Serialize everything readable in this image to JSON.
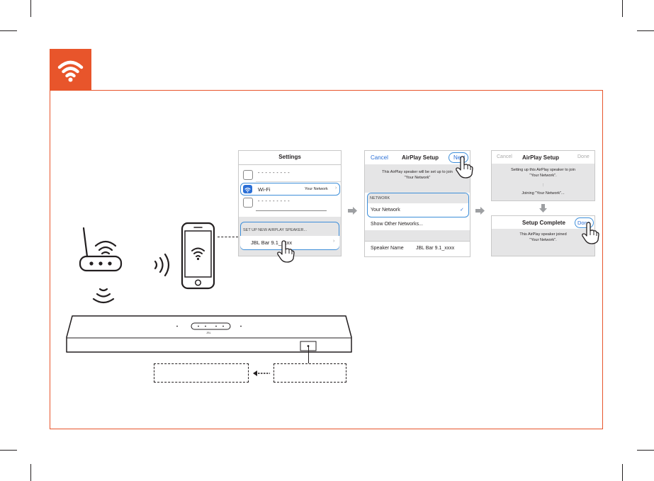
{
  "colors": {
    "accent": "#e8552b",
    "ios_blue": "#2a6fd6",
    "highlight": "#3d8ed9",
    "screen_gray": "#e5e5e6"
  },
  "icons": [
    "wifi-icon",
    "router-icon",
    "phone-icon",
    "hand-pointer-icon",
    "checkmark-icon",
    "chevron-right-icon",
    "arrow-right-icon",
    "arrow-down-icon",
    "soundbar-icon"
  ],
  "settings": {
    "title": "Settings",
    "dashes1": "- - - - - - - - -",
    "wifi_label": "Wi-Fi",
    "wifi_value": "Your Network",
    "dashes2": "- - - - - - - - -",
    "section_header": "SET UP NEW AIRPLAY SPEAKER...",
    "speaker_item": "JBL Bar 9.1_xxxx"
  },
  "airplay1": {
    "cancel": "Cancel",
    "title": "AirPlay Setup",
    "next": "Next",
    "info_line1": "This AirPlay speaker will be set up to join",
    "info_line2": "\"Your Network\"",
    "network_header": "NETWORK",
    "network_item": "Your Network",
    "other_networks": "Show Other Networks...",
    "speaker_name_label": "Speaker Name",
    "speaker_name_value": "JBL Bar 9.1_xxxx"
  },
  "airplay2": {
    "cancel": "Cancel",
    "title": "AirPlay Setup",
    "done": "Done",
    "info_line1": "Setting up this AirPlay speaker to join",
    "info_line2": "\"Your Network\".",
    "joining": "Joining \"Your Network\"..."
  },
  "airplay3": {
    "title": "Setup Complete",
    "done": "Done",
    "info_line1": "This AirPlay speaker joined",
    "info_line2": "\"Your Network\"."
  },
  "soundbar": {
    "brand": "JBL"
  }
}
